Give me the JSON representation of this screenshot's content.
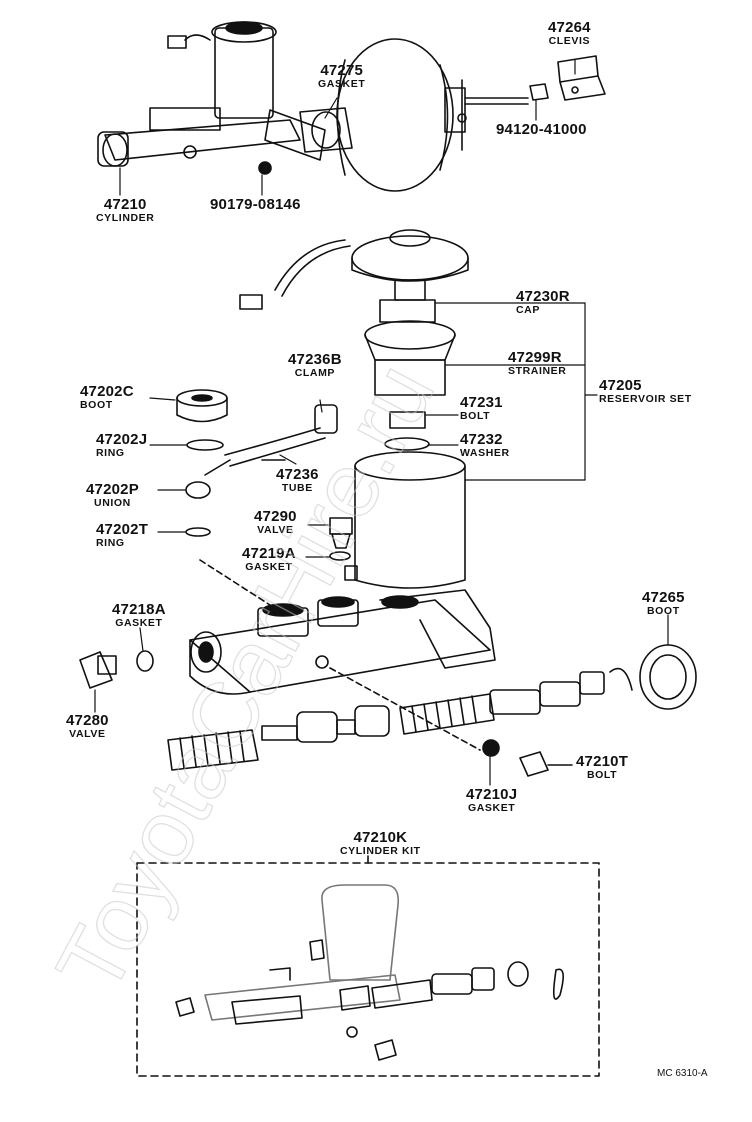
{
  "watermark": "ToyotaCarHire.ru",
  "footer_code": "MC 6310-A",
  "parts": {
    "p47264": {
      "num": "47264",
      "name": "CLEVIS"
    },
    "p47275": {
      "num": "47275",
      "name": "GASKET"
    },
    "p94120": {
      "num": "94120-41000"
    },
    "p47210": {
      "num": "47210",
      "name": "CYLINDER"
    },
    "p90179": {
      "num": "90179-08146"
    },
    "p47230R": {
      "num": "47230R",
      "name": "CAP"
    },
    "p47299R": {
      "num": "47299R",
      "name": "STRAINER"
    },
    "p47205": {
      "num": "47205",
      "name": "RESERVOIR SET"
    },
    "p47236B": {
      "num": "47236B",
      "name": "CLAMP"
    },
    "p47202C": {
      "num": "47202C",
      "name": "BOOT"
    },
    "p47231": {
      "num": "47231",
      "name": "BOLT"
    },
    "p47202J": {
      "num": "47202J",
      "name": "RING"
    },
    "p47232": {
      "num": "47232",
      "name": "WASHER"
    },
    "p47236": {
      "num": "47236",
      "name": "TUBE"
    },
    "p47202P": {
      "num": "47202P",
      "name": "UNION"
    },
    "p47290": {
      "num": "47290",
      "name": "VALVE"
    },
    "p47202T": {
      "num": "47202T",
      "name": "RING"
    },
    "p47219A": {
      "num": "47219A",
      "name": "GASKET"
    },
    "p47218A": {
      "num": "47218A",
      "name": "GASKET"
    },
    "p47265": {
      "num": "47265",
      "name": "BOOT"
    },
    "p47280": {
      "num": "47280",
      "name": "VALVE"
    },
    "p47210T": {
      "num": "47210T",
      "name": "BOLT"
    },
    "p47210J": {
      "num": "47210J",
      "name": "GASKET"
    },
    "p47210K": {
      "num": "47210K",
      "name": "CYLINDER KIT"
    }
  }
}
